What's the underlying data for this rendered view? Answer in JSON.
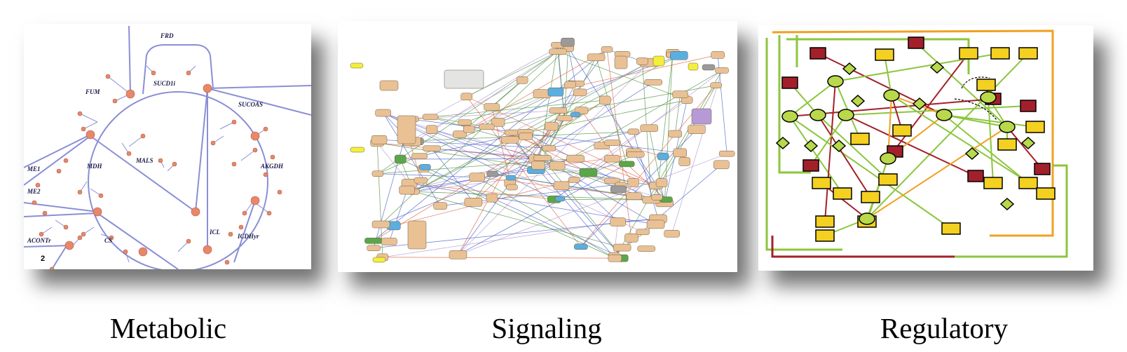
{
  "panels": [
    {
      "id": "metabolic",
      "caption": "Metabolic",
      "corner_number": "2",
      "reaction_labels": [
        "FRD",
        "SUCD1i",
        "FUM",
        "SUCOAS",
        "ME1",
        "ME2",
        "MDH",
        "MALS",
        "AKGDH",
        "ICL",
        "ICDHyr",
        "CS",
        "ACONTr"
      ]
    },
    {
      "id": "signaling",
      "caption": "Signaling"
    },
    {
      "id": "regulatory",
      "caption": "Regulatory"
    }
  ],
  "colors": {
    "metabolic_edge": "#8a8fd6",
    "metabolic_node": "#e8876a",
    "signaling_node": "#e9c195",
    "signaling_green": "#5aa64a",
    "signaling_blue": "#5aaee0",
    "signaling_yellow": "#f3ef3c",
    "signaling_purple": "#b69ad6",
    "regulatory_red": "#a3202a",
    "regulatory_yellow": "#f4d020",
    "regulatory_green": "#8cc63e",
    "regulatory_lime": "#b9d84a",
    "regulatory_orange": "#f0a020"
  }
}
